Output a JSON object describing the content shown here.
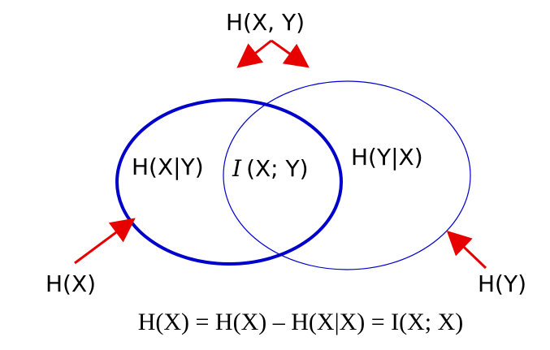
{
  "diagram": {
    "labels": {
      "joint_entropy": "H(X, Y)",
      "cond_x_given_y": "H(X|Y)",
      "mutual_info_symbol": "I",
      "mutual_info_args": "(X; Y)",
      "cond_y_given_x": "H(Y|X)",
      "entropy_x": "H(X)",
      "entropy_y": "H(Y)"
    },
    "formula": "H(X) = H(X) – H(X|X) = I(X; X)",
    "colors": {
      "circle_x": "#0000cc",
      "circle_y": "#0000cc",
      "arrows": "#e60000",
      "text": "#000000"
    }
  }
}
